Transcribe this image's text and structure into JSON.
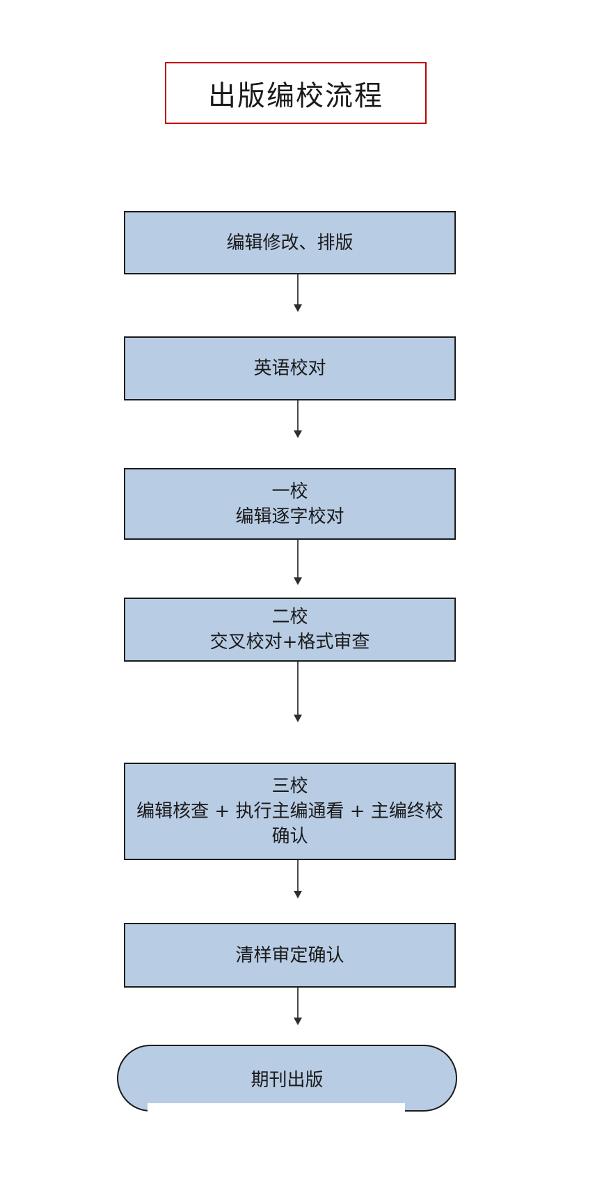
{
  "title": {
    "text": "出版编校流程",
    "border_color": "#c00000"
  },
  "flow": {
    "node_fill": "#b8cce4",
    "node_border": "#1b1b1b",
    "arrow_color": "#4a4a4a",
    "nodes": [
      {
        "id": "edit-typeset",
        "shape": "rect",
        "lines": [
          "编辑修改、排版"
        ]
      },
      {
        "id": "english-proofread",
        "shape": "rect",
        "lines": [
          "英语校对"
        ]
      },
      {
        "id": "first-proof",
        "shape": "rect",
        "lines": [
          "一校",
          "编辑逐字校对"
        ]
      },
      {
        "id": "second-proof",
        "shape": "rect",
        "lines": [
          "二校",
          "交叉校对+格式审查"
        ]
      },
      {
        "id": "third-proof",
        "shape": "rect",
        "lines": [
          "三校",
          "编辑核查 + 执行主编通看 + 主编终校",
          "确认"
        ]
      },
      {
        "id": "proof-confirm",
        "shape": "rect",
        "lines": [
          "清样审定确认"
        ]
      },
      {
        "id": "journal-publish",
        "shape": "stadium",
        "lines": [
          "期刊出版"
        ]
      }
    ],
    "edges": [
      {
        "from": "edit-typeset",
        "to": "english-proofread"
      },
      {
        "from": "english-proofread",
        "to": "first-proof"
      },
      {
        "from": "first-proof",
        "to": "second-proof"
      },
      {
        "from": "second-proof",
        "to": "third-proof"
      },
      {
        "from": "third-proof",
        "to": "proof-confirm"
      },
      {
        "from": "proof-confirm",
        "to": "journal-publish"
      }
    ]
  }
}
